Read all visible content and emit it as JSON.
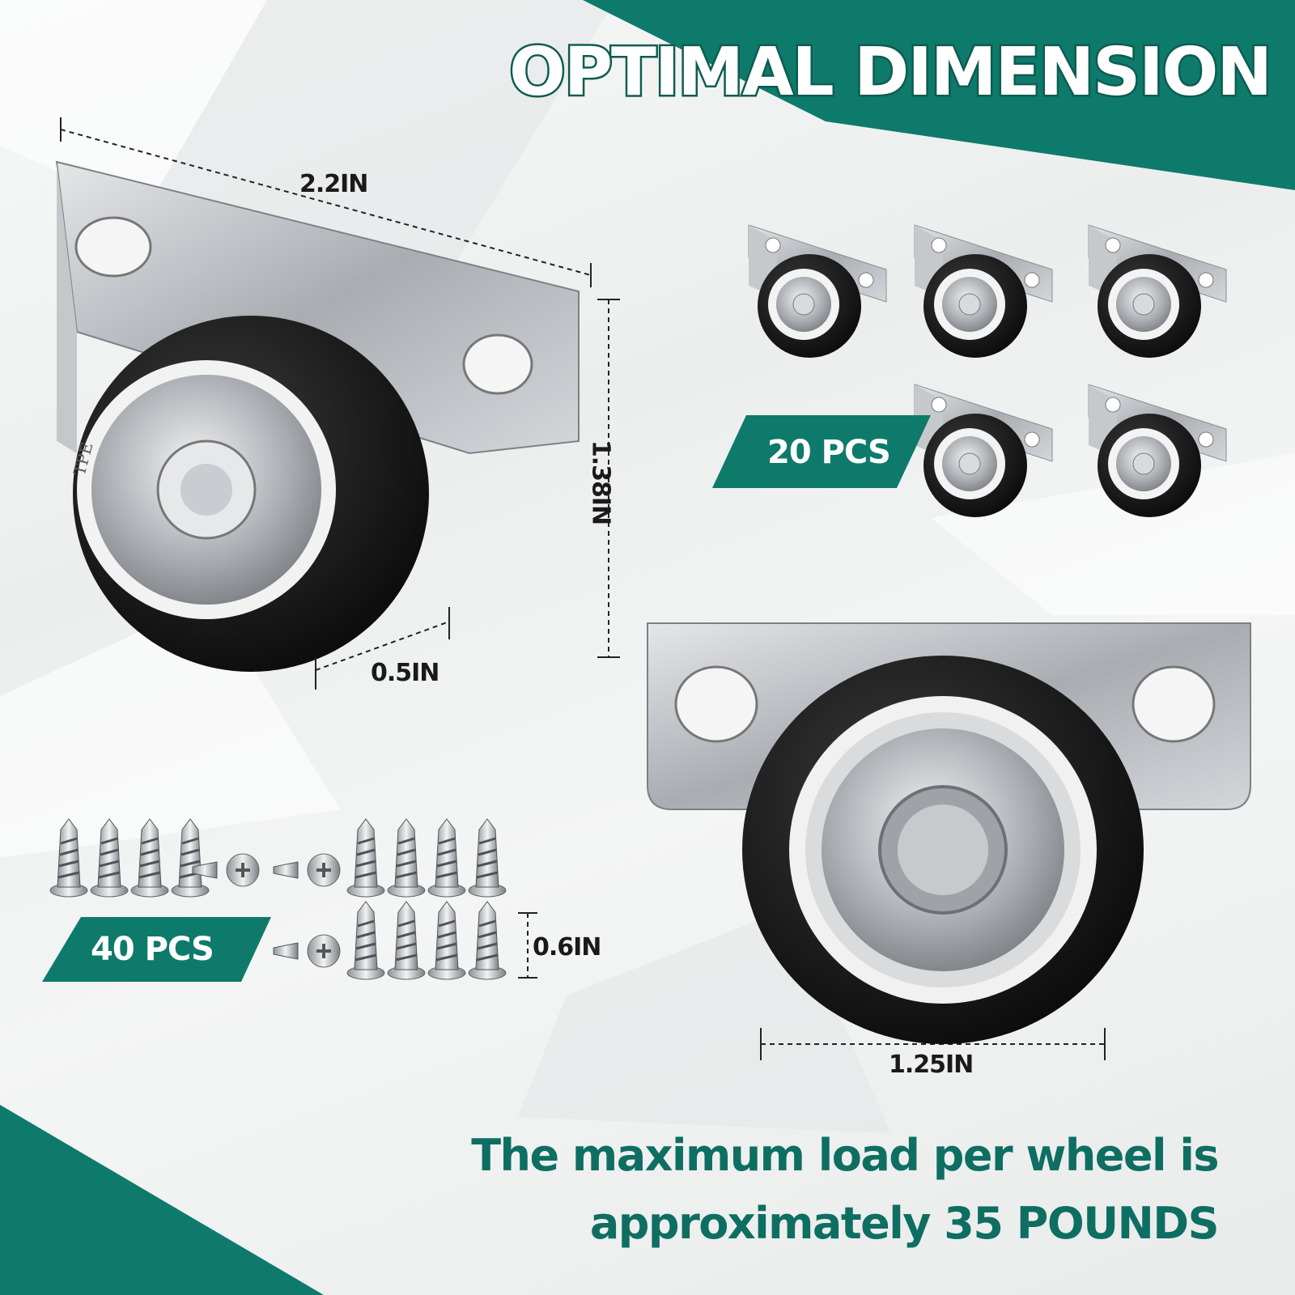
{
  "title": "OPTIMAL DIMENSION",
  "dimensions": {
    "plate_length": "2.2IN",
    "height": "1.38IN",
    "wheel_width": "0.5IN",
    "screw_length": "0.6IN",
    "wheel_diameter": "1.25IN"
  },
  "badges": {
    "casters_count": "20 PCS",
    "screws_count": "40 PCS"
  },
  "caption": {
    "line1": "The maximum load per wheel is",
    "line2": "approximately 35 POUNDS"
  },
  "colors": {
    "teal": "#0e7a6c",
    "teal_dark": "#0d5c50",
    "metal": "#b9bcc0",
    "wheel": "#141414"
  },
  "wheel_markings": {
    "material": "TPE"
  }
}
